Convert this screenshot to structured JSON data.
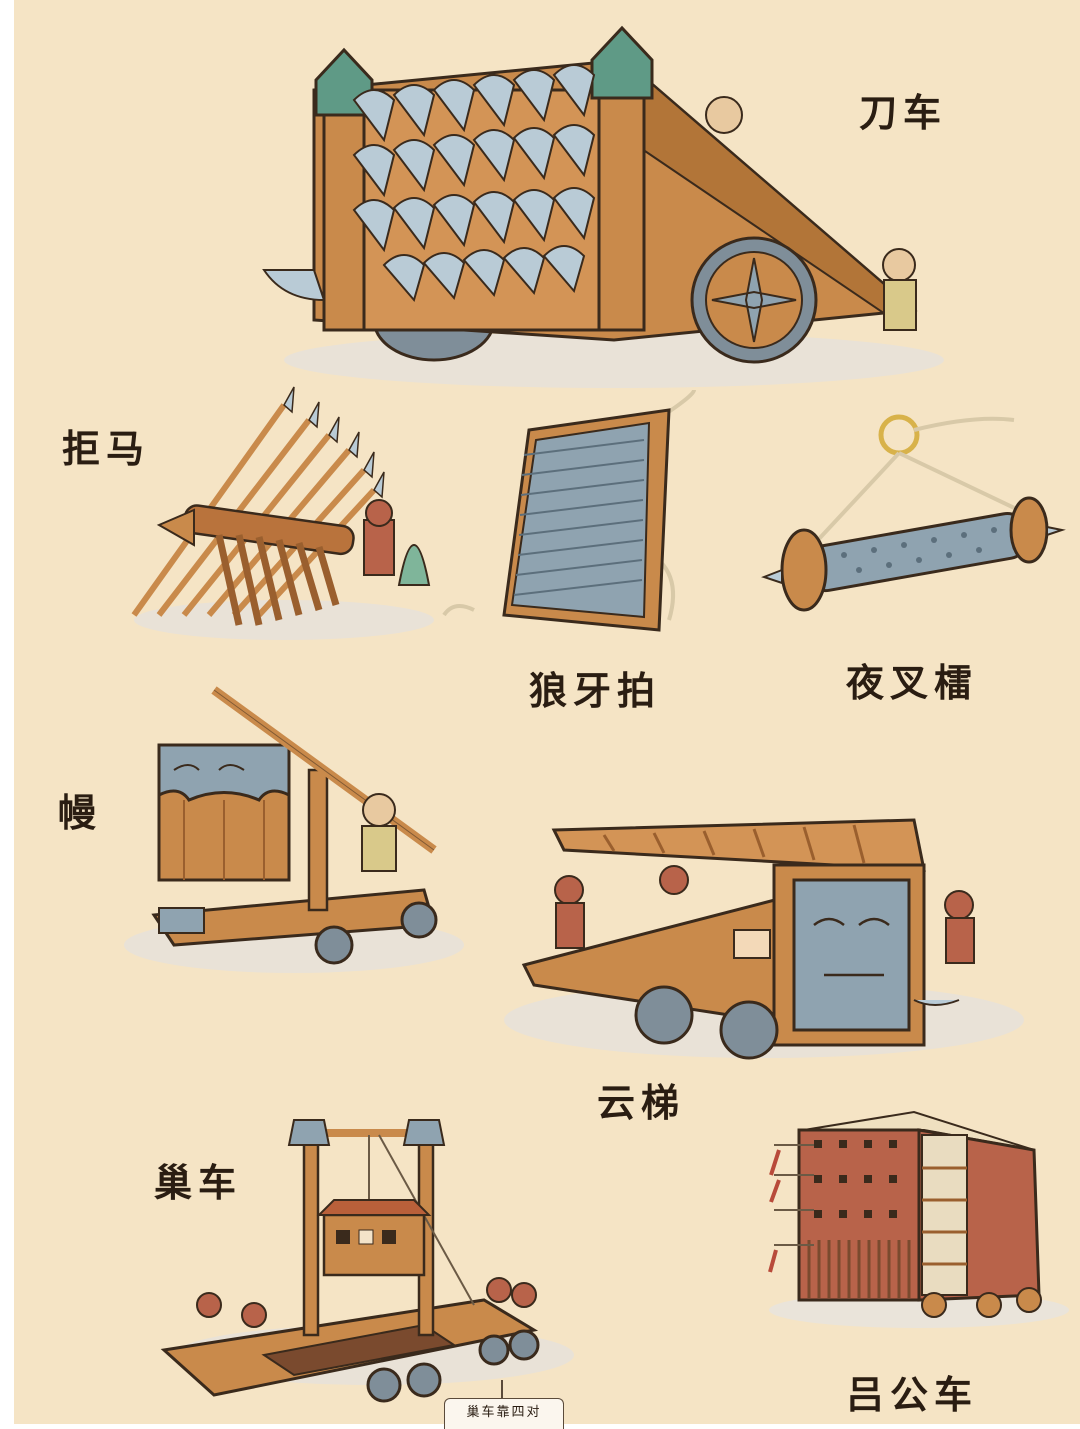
{
  "page": {
    "background_color": "#f5e4c5",
    "label_color": "#2a1d12"
  },
  "weapons": [
    {
      "id": "dao-che",
      "label": "刀车",
      "description_visual": "wooden cart with rows of curved blades on front, large wheel, soldiers behind"
    },
    {
      "id": "ju-ma",
      "label": "拒马",
      "description_visual": "log frame with crossed spears and stakes, soldier beside"
    },
    {
      "id": "lang-ya-pai",
      "label": "狼牙拍",
      "description_visual": "rectangular spiked board with rope handles"
    },
    {
      "id": "ye-cha-lei",
      "label": "夜叉檑",
      "description_visual": "spiked iron roller with wooden wheels hung by rope ring"
    },
    {
      "id": "man",
      "label": "幔",
      "description_visual": "hanging board with beast face on pole frame cart, soldier pulling lever"
    },
    {
      "id": "yun-ti",
      "label": "云梯",
      "description_visual": "wheeled siege ladder with armored beast-face front, soldiers around"
    },
    {
      "id": "chao-che",
      "label": "巢车",
      "description_visual": "tall two-post frame with hanging lookout box on wheeled base"
    },
    {
      "id": "lv-gong-che",
      "label": "吕公车",
      "description_visual": "tall multi-story covered siege tower with soldiers on shelves"
    }
  ],
  "callout": {
    "text": "巢车靠四对"
  },
  "colors": {
    "wood": "#c98a4b",
    "wood_dark": "#9a5f2e",
    "metal": "#8fa3b0",
    "metal_dark": "#5c6f7c",
    "jade": "#5f9a86",
    "hide": "#b8634a",
    "ground": "#e9e2d7",
    "ink": "#3a2a1c"
  }
}
